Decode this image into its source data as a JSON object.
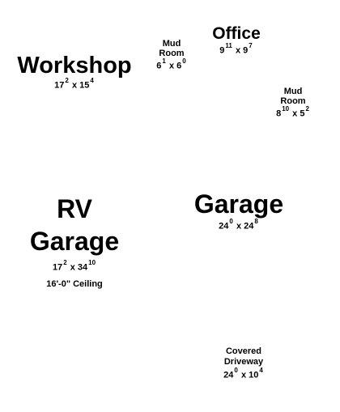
{
  "rooms": {
    "workshop": {
      "name": "Workshop",
      "w_ft": "17",
      "w_in": "2",
      "d_ft": "15",
      "d_in": "4"
    },
    "mud_room_1": {
      "name": "Mud Room",
      "w_ft": "6",
      "w_in": "1",
      "d_ft": "6",
      "d_in": "0"
    },
    "office": {
      "name": "Office",
      "w_ft": "9",
      "w_in": "11",
      "d_ft": "9",
      "d_in": "7"
    },
    "mud_room_2": {
      "name": "Mud Room",
      "w_ft": "8",
      "w_in": "10",
      "d_ft": "5",
      "d_in": "2"
    },
    "rv_garage": {
      "name_line1": "RV",
      "name_line2": "Garage",
      "w_ft": "17",
      "w_in": "2",
      "d_ft": "34",
      "d_in": "10",
      "note": "16'-0\" Ceiling"
    },
    "garage": {
      "name": "Garage",
      "w_ft": "24",
      "w_in": "0",
      "d_ft": "24",
      "d_in": "8"
    },
    "covered_driveway": {
      "name_line1": "Covered",
      "name_line2": "Driveway",
      "w_ft": "24",
      "w_in": "0",
      "d_ft": "10",
      "d_in": "4"
    }
  },
  "dimension_separator": "x"
}
